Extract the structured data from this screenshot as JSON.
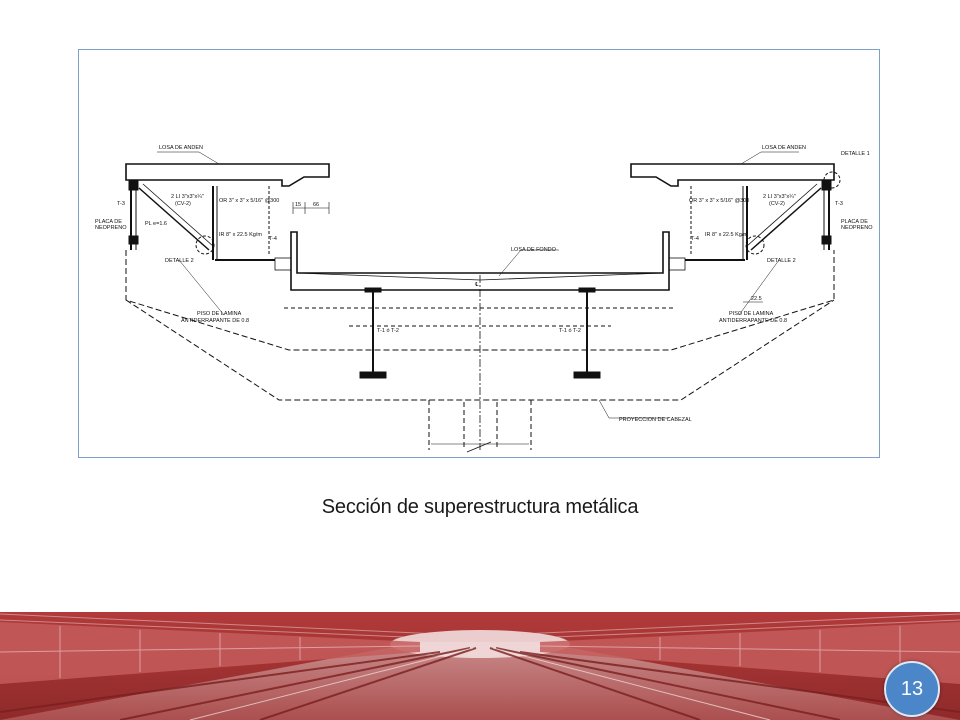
{
  "slide": {
    "caption": "Sección de superestructura metálica",
    "page_number": "13"
  },
  "drawing": {
    "labels": {
      "losa_anden_left": "LOSA DE ANDEN",
      "losa_anden_right": "LOSA DE ANDEN",
      "detalle_1": "DETALLE 1",
      "angle_left": "2 LI 3\"x3\"x¼\"",
      "cv_left": "(CV-2)",
      "angle_right": "2 LI 3\"x3\"x¼\"",
      "cv_right": "(CV-2)",
      "or_left": "OR 3\" x 3\" x 5/16\" @300",
      "or_right": "OR 3\" x 3\" x 5/16\" @300",
      "t3_left": "T-3",
      "t3_right": "T-3",
      "placa_left_1": "PLACA DE",
      "placa_left_2": "NEOPRENO",
      "placa_right_1": "PLACA DE",
      "placa_right_2": "NEOPRENO",
      "pl_left": "PL e=1.6",
      "ir_left": "IR 8\" x 22.5 Kg/m",
      "ir_right": "IR 8\" x 22.5 Kg/m",
      "t4_left": "T-4",
      "t4_right": "T-4",
      "dim_15": "15",
      "dim_66": "66",
      "dim_225": "22.5",
      "losa_fondo": "LOSA DE FONDO",
      "detalle_2_left": "DETALLE 2",
      "detalle_2_right": "DETALLE 2",
      "centerline": "℄",
      "piso_left_1": "PISO DE LAMINA",
      "piso_left_2": "ANTIDERRAPANTE DE 0.8",
      "piso_right_1": "PISO DE LAMINA",
      "piso_right_2": "ANTIDERRAPANTE DE 0.8",
      "t1_left": "T-1 ó T-2",
      "t1_right": "T-1 ó T-2",
      "proyeccion": "PROYECCION DE CABEZAL"
    }
  },
  "colors": {
    "banner_red": "#b03a3a",
    "badge_blue": "#4a86c8",
    "frame_border": "#7fa0c8"
  }
}
